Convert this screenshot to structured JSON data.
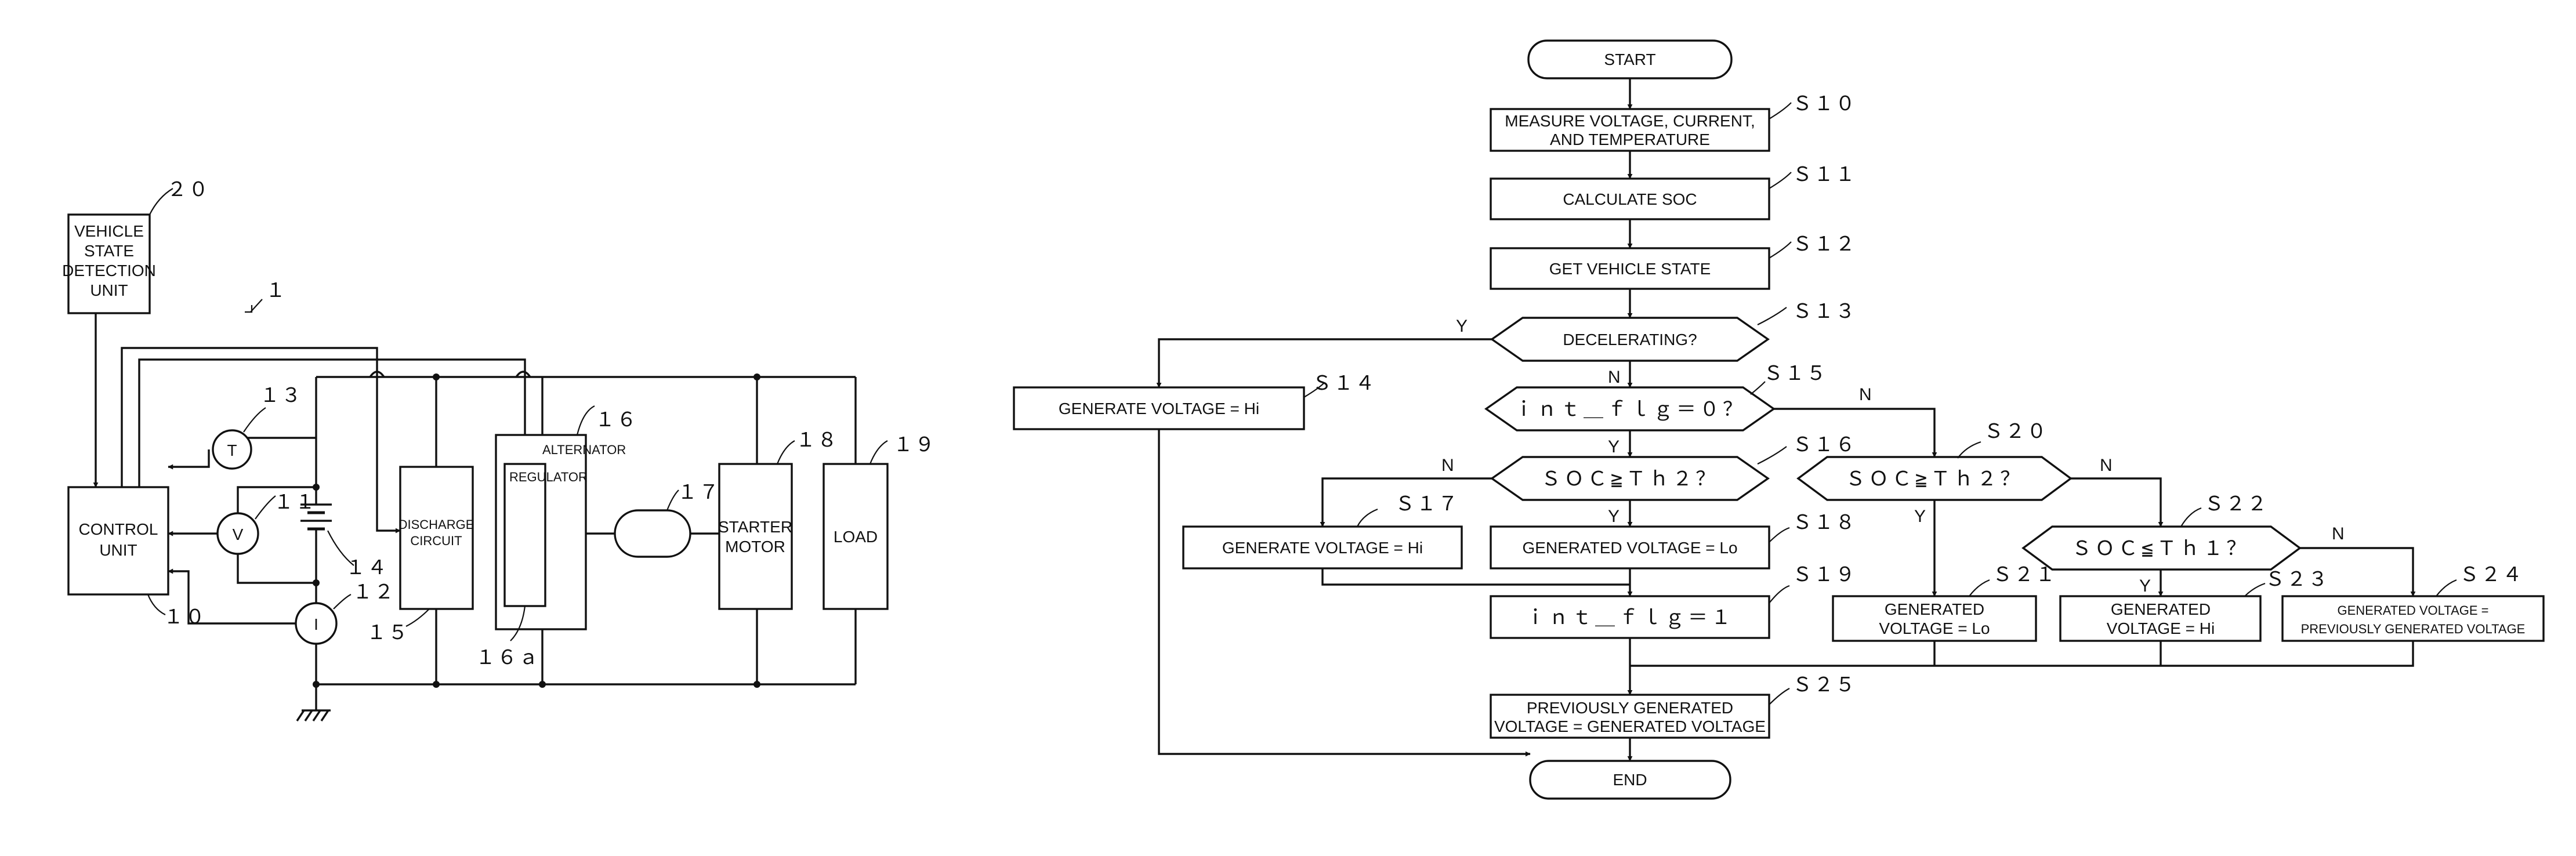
{
  "circuit": {
    "vehicle_state_unit": [
      "VEHICLE",
      "STATE",
      "DETECTION",
      "UNIT"
    ],
    "control_unit": [
      "CONTROL",
      "UNIT"
    ],
    "temperature_symbol": "T",
    "voltage_symbol": "V",
    "current_symbol": "I",
    "discharge_circuit": [
      "DISCHARGE",
      "CIRCUIT"
    ],
    "alternator_label": "ALTERNATOR",
    "regulator_label": "REGULATOR",
    "starter_motor": [
      "STARTER",
      "MOTOR"
    ],
    "load_label": "LOAD",
    "refs": {
      "r20": "２０",
      "r1": "１",
      "r13": "１３",
      "r11": "１１",
      "r14": "１４",
      "r12": "１２",
      "r10": "１０",
      "r15": "１５",
      "r16": "１６",
      "r16a": "１６ａ",
      "r17": "１７",
      "r18": "１８",
      "r19": "１９"
    }
  },
  "flowchart": {
    "start": "START",
    "end": "END",
    "s10": [
      "MEASURE VOLTAGE, CURRENT,",
      "AND TEMPERATURE"
    ],
    "s11": "CALCULATE SOC",
    "s12": "GET VEHICLE STATE",
    "s13": "DECELERATING?",
    "s14": "GENERATE VOLTAGE = Hi",
    "s15": "ｉｎｔ＿ｆｌｇ＝０？",
    "s16": "ＳＯＣ≧Ｔｈ２？",
    "s17": "GENERATE VOLTAGE = Hi",
    "s18": "GENERATED VOLTAGE = Lo",
    "s19": "ｉｎｔ＿ｆｌｇ＝１",
    "s20": "ＳＯＣ≧Ｔｈ２？",
    "s21": [
      "GENERATED",
      "VOLTAGE = Lo"
    ],
    "s22": "ＳＯＣ≦Ｔｈ１？",
    "s23": [
      "GENERATED",
      "VOLTAGE = Hi"
    ],
    "s24": [
      "GENERATED VOLTAGE =",
      "PREVIOUSLY GENERATED VOLTAGE"
    ],
    "s25": [
      "PREVIOUSLY GENERATED",
      "VOLTAGE = GENERATED VOLTAGE"
    ],
    "yes": "Y",
    "no": "N",
    "step_labels": {
      "s10": "Ｓ１０",
      "s11": "Ｓ１１",
      "s12": "Ｓ１２",
      "s13": "Ｓ１３",
      "s14": "Ｓ１４",
      "s15": "Ｓ１５",
      "s16": "Ｓ１６",
      "s17": "Ｓ１７",
      "s18": "Ｓ１８",
      "s19": "Ｓ１９",
      "s20": "Ｓ２０",
      "s21": "Ｓ２１",
      "s22": "Ｓ２２",
      "s23": "Ｓ２３",
      "s24": "Ｓ２４",
      "s25": "Ｓ２５"
    }
  }
}
